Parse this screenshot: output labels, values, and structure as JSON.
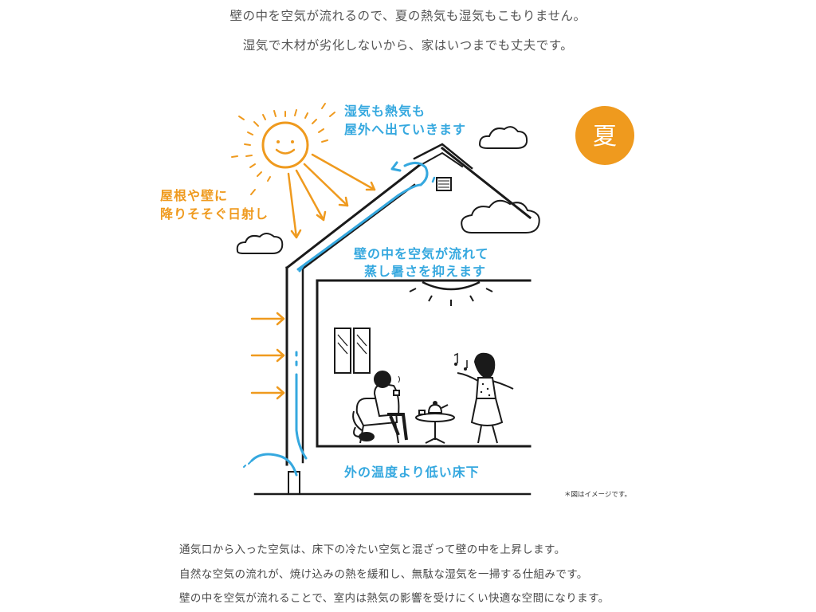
{
  "intro": {
    "line1": "壁の中を空気が流れるので、夏の熱気も湿気もこもりません。",
    "line2": "湿気で木材が劣化しないから、家はいつまでも丈夫です。"
  },
  "diagram": {
    "season_badge": "夏",
    "labels": {
      "humid_heat_1": "湿気も熱気も",
      "humid_heat_2": "屋外へ出ていきます",
      "sun_1": "屋根や壁に",
      "sun_2": "降りそそぐ日射し",
      "wall_1": "壁の中を空気が流れて",
      "wall_2": "蒸し暑さを抑えます",
      "floor": "外の温度より低い床下"
    },
    "note": "＊図はイメージです。"
  },
  "body": {
    "line1": "通気口から入った空気は、床下の冷たい空気と混ざって壁の中を上昇します。",
    "line2": "自然な空気の流れが、焼け込みの熱を緩和し、無駄な湿気を一掃する仕組みです。",
    "line3": "壁の中を空気が流れることで、室内は熱気の影響を受けにくい快適な空間になります。"
  },
  "colors": {
    "orange": "#ef9a1e",
    "blue": "#35a8df",
    "line": "#1a1a1a"
  }
}
